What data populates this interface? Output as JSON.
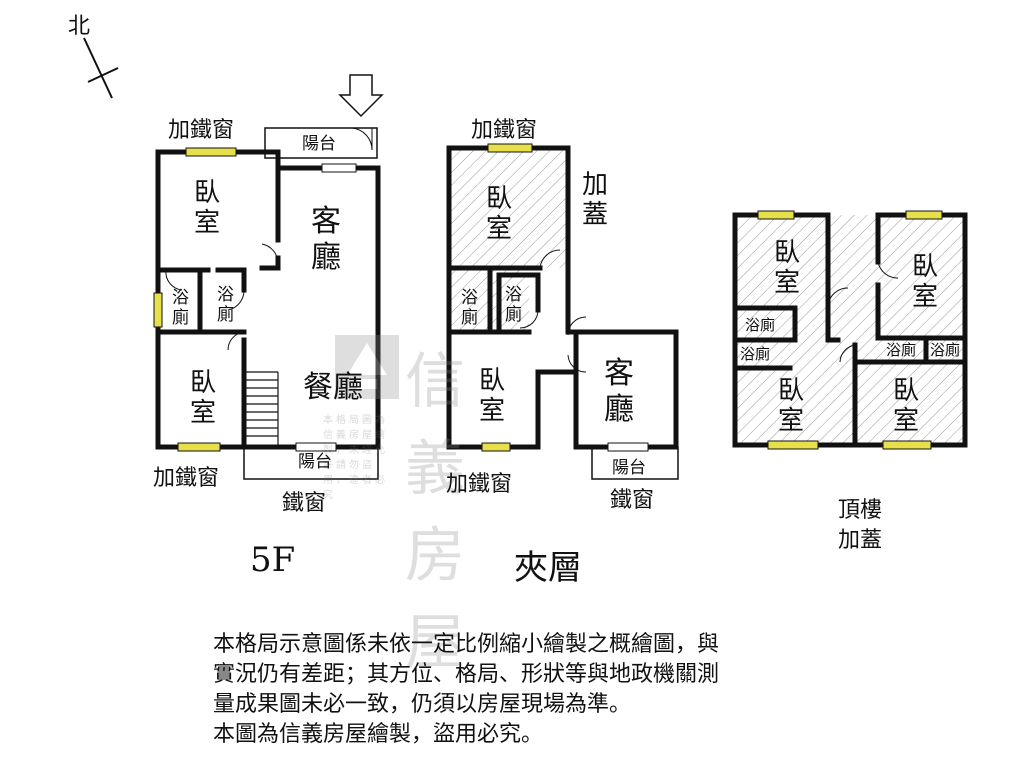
{
  "compass": {
    "label": "北"
  },
  "floor_5f": {
    "floor_label": "5F",
    "balcony_top": "陽台",
    "balcony_bottom": "陽台",
    "window_top_left": "加鐵窗",
    "window_bottom_left": "加鐵窗",
    "window_bottom": "鐵窗",
    "bedroom_top": [
      "臥",
      "室"
    ],
    "bedroom_bottom": [
      "臥",
      "室"
    ],
    "living_room": [
      "客",
      "廳"
    ],
    "dining_room": "餐廳",
    "bath_1": [
      "浴",
      "廁"
    ],
    "bath_2": [
      "浴",
      "廁"
    ]
  },
  "floor_mezz": {
    "floor_label": "夾層",
    "window_top": "加鐵窗",
    "window_bottom": "加鐵窗",
    "window_right": "鐵窗",
    "extension_note": [
      "加",
      "蓋"
    ],
    "bedroom_top": [
      "臥",
      "室"
    ],
    "bedroom_bottom": [
      "臥",
      "室"
    ],
    "living_room": [
      "客",
      "廳"
    ],
    "bath_1": [
      "浴",
      "廁"
    ],
    "bath_2": [
      "浴",
      "廁"
    ],
    "balcony": "陽台"
  },
  "floor_roof": {
    "floor_label": [
      "頂樓",
      "加蓋"
    ],
    "bedroom_tl": [
      "臥",
      "室"
    ],
    "bedroom_tr": [
      "臥",
      "室"
    ],
    "bedroom_bl": [
      "臥",
      "室"
    ],
    "bedroom_br": [
      "臥",
      "室"
    ],
    "bath_1": "浴廁",
    "bath_2": "浴廁",
    "bath_3": "浴廁",
    "bath_4": "浴廁"
  },
  "watermark": {
    "brand": "信義房屋",
    "notice": "本格局圖為信義房屋繪製，未經允許請勿盜用，違者必究"
  },
  "disclaimer": [
    "本格局示意圖係未依一定比例縮小繪製之概繪圖，與",
    "實況仍有差距；其方位、格局、形狀等與地政機關測",
    "量成果圖未必一致，仍須以房屋現場為準。",
    "本圖為信義房屋繪製，盜用必究。"
  ],
  "colors": {
    "wall": "#111111",
    "window": "#e8e04a",
    "hatch": "#9a9a9a"
  }
}
